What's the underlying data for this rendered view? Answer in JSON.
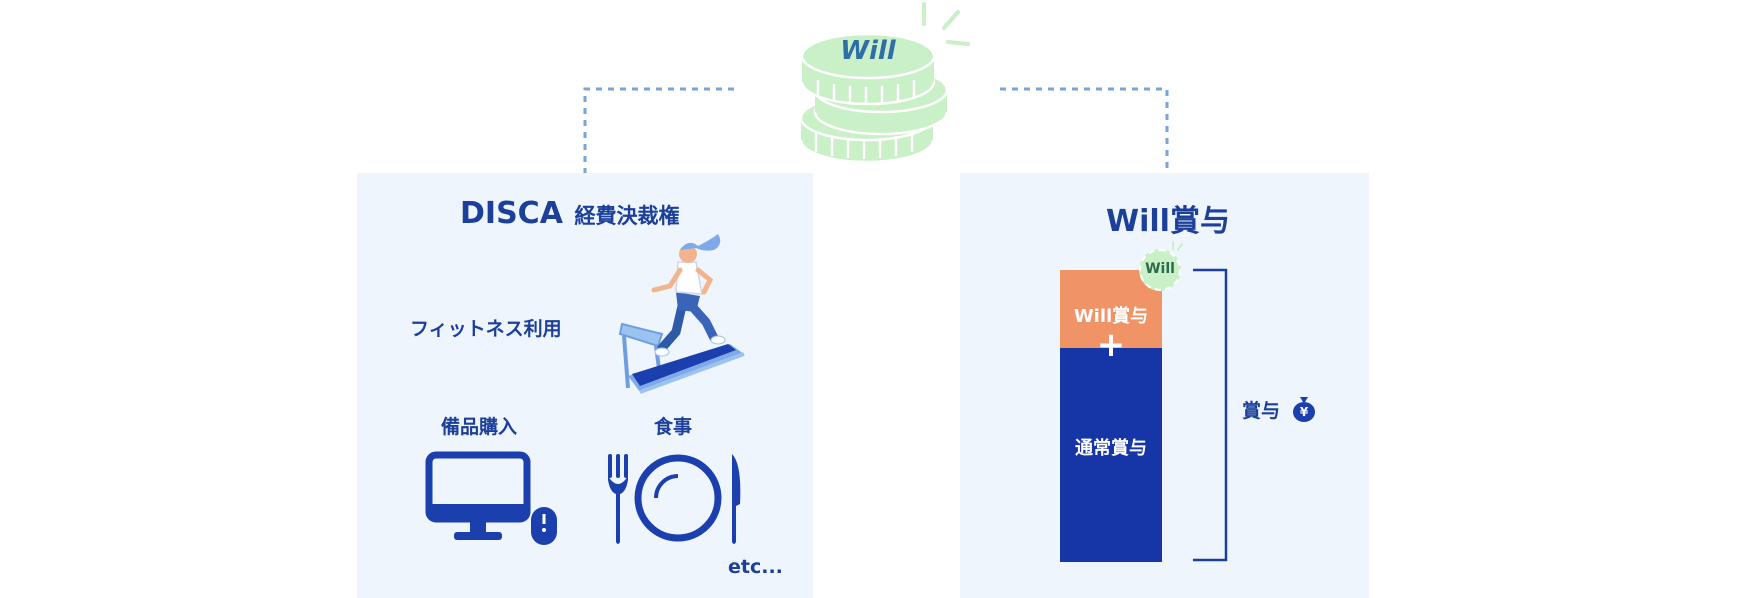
{
  "coin": {
    "label": "Will"
  },
  "left_panel": {
    "title_main": "DISCA",
    "title_sub": "経費決裁権",
    "items": [
      {
        "label": "フィットネス利用"
      },
      {
        "label": "備品購入"
      },
      {
        "label": "食事"
      }
    ],
    "etc": "etc..."
  },
  "right_panel": {
    "title": "Will賞与",
    "badge": "Will",
    "bar_top_label": "Will賞与",
    "bar_bottom_label": "通常賞与",
    "plus": "+",
    "bracket_label": "賞与",
    "yen": "¥"
  },
  "colors": {
    "navy": "#1c3f9a",
    "bar_navy": "#1636a8",
    "orange": "#f09468",
    "coin_green": "#c9f0c7",
    "panel_bg": "#eef5fc",
    "dash": "#7aa3d6"
  }
}
